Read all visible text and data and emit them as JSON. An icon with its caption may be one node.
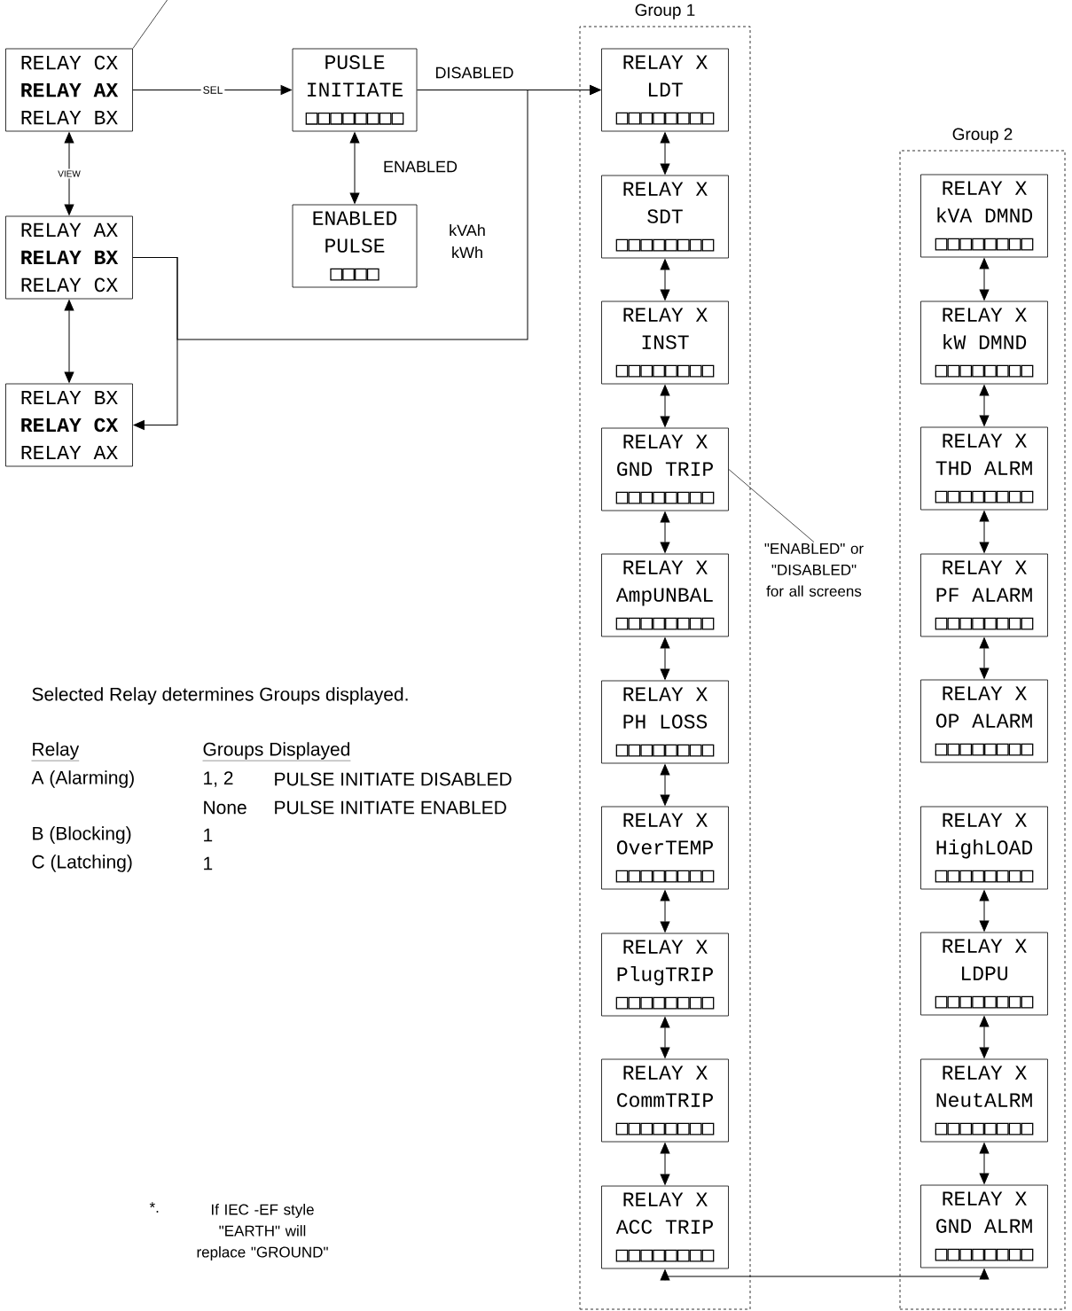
{
  "diagram": {
    "nodes": [
      {
        "text": [
          "RELAY CX",
          "RELAY AX",
          "RELAY BX"
        ]
      },
      {
        "text": [
          "RELAY AX",
          "RELAY BX",
          "RELAY CX"
        ]
      },
      {
        "text": [
          "RELAY BX",
          "RELAY CX",
          "RELAY AX"
        ]
      },
      {
        "text": [
          "PUSLE",
          "INITIATE",
          "□□□□□□□□"
        ]
      },
      {
        "text": [
          "ENABLED",
          "PULSE",
          "□□□□"
        ],
        "beside": [
          "kVAh kWh"
        ]
      },
      {
        "text": [
          "Group 1"
        ]
      },
      {
        "text": [
          "RELAY X",
          "LDT",
          "□□□□□□□□"
        ],
        "in": 5
      },
      {
        "text": [
          "RELAY X",
          "SDT",
          "□□□□□□□□"
        ],
        "in": 5
      },
      {
        "text": [
          "RELAY X",
          "INST",
          "□□□□□□□□"
        ],
        "in": 5
      },
      {
        "text": [
          "RELAY X",
          "GND TRIP",
          "□□□□□□□□"
        ],
        "in": 5
      },
      {
        "text": [
          "RELAY X",
          "AmpUNBAL",
          "□□□□□□□□"
        ],
        "in": 5
      },
      {
        "text": [
          "RELAY X",
          "PH LOSS",
          "□□□□□□□□"
        ],
        "in": 5
      },
      {
        "text": [
          "RELAY X",
          "OverTEMP",
          "□□□□□□□□"
        ],
        "in": 5
      },
      {
        "text": [
          "RELAY X",
          "PlugTRIP",
          "□□□□□□□□"
        ],
        "in": 5
      },
      {
        "text": [
          "RELAY X",
          "CommTRIP",
          "□□□□□□□□"
        ],
        "in": 5
      },
      {
        "text": [
          "RELAY X",
          "ACC TRIP",
          "□□□□□□□□"
        ],
        "in": 5
      },
      {
        "text": [
          "Group 2"
        ]
      },
      {
        "text": [
          "RELAY X",
          "kVA DMND",
          "□□□□□□□□"
        ],
        "in": 16
      },
      {
        "text": [
          "RELAY X",
          "kW DMND",
          "□□□□□□□□"
        ],
        "in": 16
      },
      {
        "text": [
          "RELAY X",
          "THD ALRM",
          "□□□□□□□□"
        ],
        "in": 16
      },
      {
        "text": [
          "RELAY X",
          "PF ALARM",
          "□□□□□□□□"
        ],
        "in": 16
      },
      {
        "text": [
          "RELAY X",
          "OP ALARM",
          "□□□□□□□□"
        ],
        "in": 16
      },
      {
        "text": [
          "RELAY X",
          "HighLOAD",
          "□□□□□□□□"
        ],
        "in": 16
      },
      {
        "text": [
          "RELAY X",
          "LDPU",
          "□□□□□□□□"
        ],
        "in": 16
      },
      {
        "text": [
          "RELAY X",
          "NeutALRM",
          "□□□□□□□□"
        ],
        "in": 16
      },
      {
        "text": [
          "RELAY X",
          "GND ALRM",
          "□□□□□□□□"
        ],
        "in": 16
      },
      {
        "text": [
          "\"ENABLED\" or \"DISABLED\" for all screens"
        ]
      }
    ],
    "edges": [
      {
        "from": 0,
        "to": 1,
        "arrow": "both",
        "label": "VIEW"
      },
      {
        "from": 1,
        "to": 2,
        "arrow": "both"
      },
      {
        "from": 0,
        "to": 3,
        "arrow": "to",
        "label": "SEL"
      },
      {
        "from": 3,
        "to": 4,
        "arrow": "both",
        "label": "ENABLED"
      },
      {
        "from": 3,
        "to": 6,
        "arrow": "to",
        "label": "DISABLED"
      },
      {
        "from": 1,
        "to": 2,
        "arrow": "to"
      },
      {
        "from": 1,
        "to": 6,
        "arrow": "to"
      },
      {
        "from": 6,
        "to": 7,
        "arrow": "both"
      },
      {
        "from": 7,
        "to": 8,
        "arrow": "both"
      },
      {
        "from": 8,
        "to": 9,
        "arrow": "both"
      },
      {
        "from": 9,
        "to": 10,
        "arrow": "both"
      },
      {
        "from": 10,
        "to": 11,
        "arrow": "both"
      },
      {
        "from": 11,
        "to": 12,
        "arrow": "both"
      },
      {
        "from": 12,
        "to": 13,
        "arrow": "both"
      },
      {
        "from": 13,
        "to": 14,
        "arrow": "both"
      },
      {
        "from": 14,
        "to": 15,
        "arrow": "both"
      },
      {
        "from": 17,
        "to": 18,
        "arrow": "both"
      },
      {
        "from": 18,
        "to": 19,
        "arrow": "both"
      },
      {
        "from": 19,
        "to": 20,
        "arrow": "both"
      },
      {
        "from": 20,
        "to": 21,
        "arrow": "both"
      },
      {
        "from": 22,
        "to": 23,
        "arrow": "both"
      },
      {
        "from": 23,
        "to": 24,
        "arrow": "both"
      },
      {
        "from": 24,
        "to": 25,
        "arrow": "both"
      },
      {
        "from": 15,
        "to": 25,
        "arrow": "both"
      },
      {
        "from": 26,
        "to": 9,
        "arrow": "none"
      },
      {
        "from": null,
        "to": 0,
        "arrow": "none"
      }
    ],
    "labels": [
      "Selected Relay determines Groups displayed.",
      "Relay",
      "Groups Displayed",
      "A (Alarming)",
      "1, 2",
      "PULSE INITIATE DISABLED",
      "None",
      "PULSE INITIATE ENABLED",
      "B (Blocking)",
      "1",
      "C (Latching)",
      "1",
      "*.",
      "If IEC -EF style \"EARTH\" will replace \"GROUND\""
    ]
  }
}
